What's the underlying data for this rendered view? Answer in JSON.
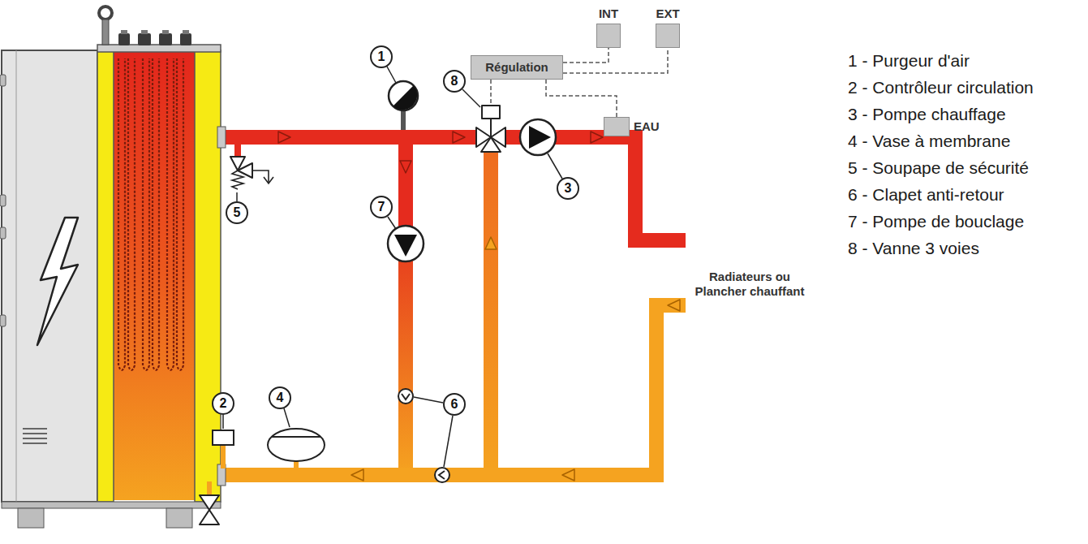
{
  "diagram": {
    "nodes": [
      {
        "text": [
          "Régulation"
        ]
      },
      {
        "text": [
          "INT"
        ]
      },
      {
        "text": [
          "EXT"
        ]
      },
      {
        "text": [
          "EAU"
        ]
      }
    ],
    "edges": [
      {
        "from": 0,
        "to": 1,
        "arrow": "none"
      },
      {
        "from": 0,
        "to": 2,
        "arrow": "none"
      },
      {
        "from": 0,
        "to": 3,
        "arrow": "none"
      }
    ],
    "labels": [
      "1",
      "8",
      "3",
      "5",
      "7",
      "2",
      "4",
      "6",
      "1 - Purgeur d'air",
      "2 - Contrôleur circulation",
      "3 - Pompe chauffage",
      "4 - Vase à membrane",
      "5 - Soupape de sécurité",
      "6 - Clapet anti-retour",
      "7 - Pompe de bouclage",
      "8 - Vanne 3 voies",
      "Radiateurs ou Plancher chauffant"
    ]
  }
}
